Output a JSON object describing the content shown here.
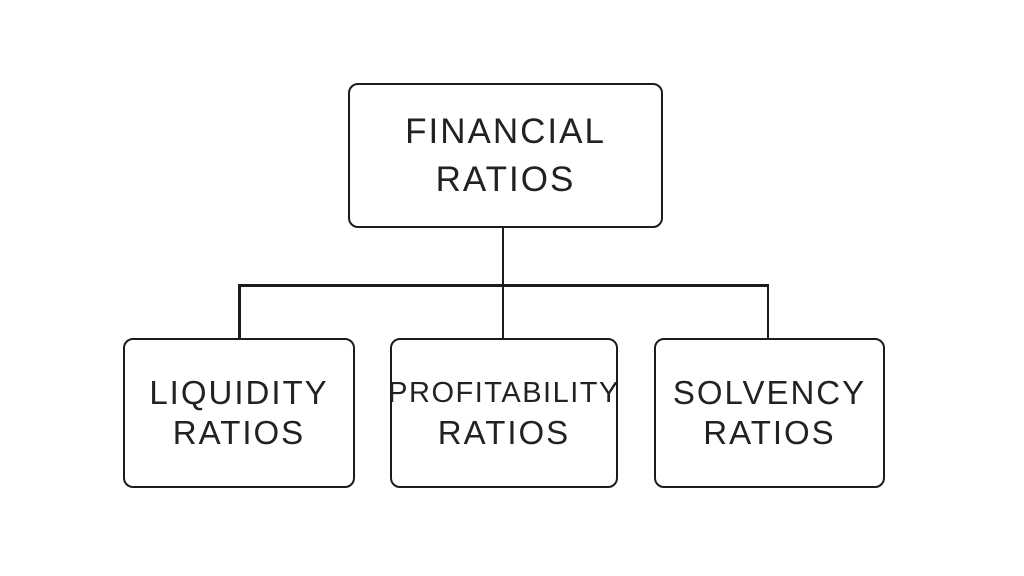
{
  "diagram": {
    "root": {
      "line1": "FINANCIAL",
      "line2": "RATIOS"
    },
    "children": [
      {
        "line1": "LIQUIDITY",
        "line2": "RATIOS"
      },
      {
        "line1": "PROFITABILITY",
        "line2": "RATIOS"
      },
      {
        "line1": "SOLVENCY",
        "line2": "RATIOS"
      }
    ],
    "colors": {
      "line": "#1c1c1c",
      "text": "#222222",
      "background": "#ffffff"
    }
  }
}
